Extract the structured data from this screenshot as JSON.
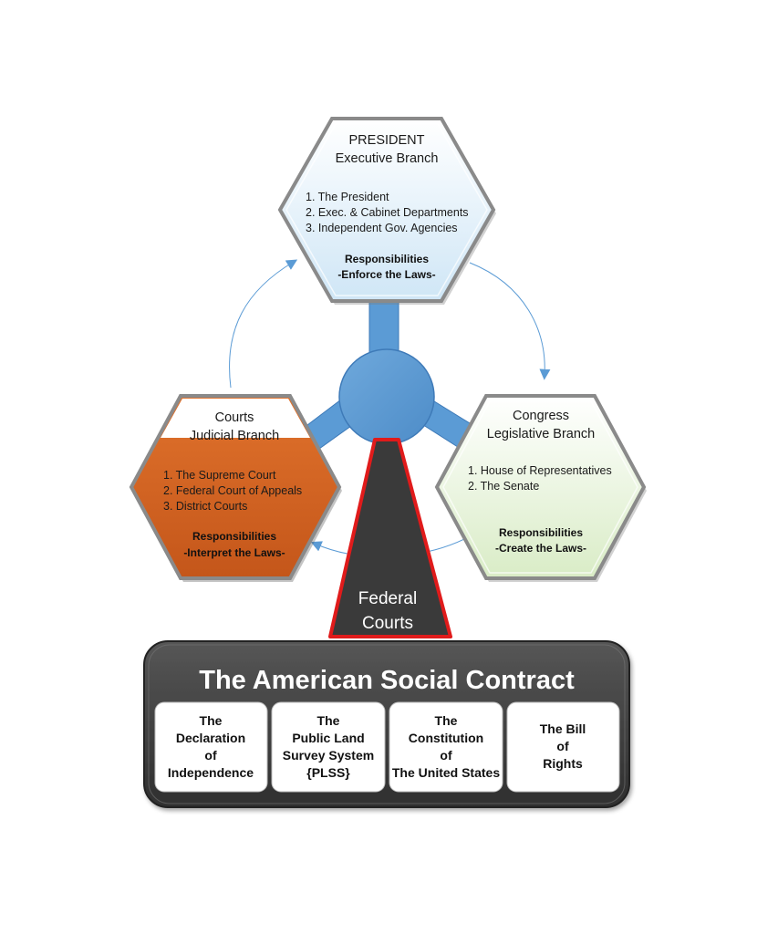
{
  "executive": {
    "title_line1": "PRESIDENT",
    "title_line2": "Executive Branch",
    "items": [
      "1. The President",
      "2. Exec. & Cabinet Departments",
      "3. Independent Gov. Agencies"
    ],
    "resp_label": "Responsibilities",
    "resp_text": "-Enforce the Laws-",
    "color": "#e4f2fb"
  },
  "judicial": {
    "title_line1": "Courts",
    "title_line2": "Judicial Branch",
    "items": [
      "1. The Supreme Court",
      "2. Federal Court of Appeals",
      "3. District Courts"
    ],
    "resp_label": "Responsibilities",
    "resp_text": "-Interpret the Laws-",
    "color": "#d2621d"
  },
  "legislative": {
    "title_line1": "Congress",
    "title_line2": "Legislative Branch",
    "items": [
      "1. House of Representatives",
      "2. The Senate"
    ],
    "resp_label": "Responsibilities",
    "resp_text": "-Create the Laws-",
    "color": "#e8f3dc"
  },
  "federal_courts": {
    "line1": "Federal",
    "line2": "Courts"
  },
  "contract": {
    "title": "The American Social Contract",
    "documents": [
      {
        "lines": [
          "The",
          "Declaration",
          "of",
          "Independence"
        ]
      },
      {
        "lines": [
          "The",
          "Public Land",
          "Survey System",
          "{PLSS}"
        ]
      },
      {
        "lines": [
          "The",
          "Constitution",
          "of",
          "The United States"
        ]
      },
      {
        "lines": [
          "The Bill",
          "of",
          "Rights"
        ]
      }
    ]
  },
  "colors": {
    "hub": "#5b9bd5",
    "arrow": "#5b9bd5",
    "federal_fill": "#3c3c3c",
    "federal_border": "#e01b1b",
    "contract_bg": "#444444"
  }
}
